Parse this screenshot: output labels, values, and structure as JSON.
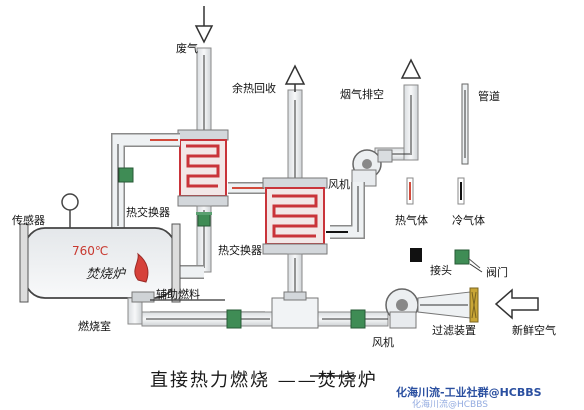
{
  "labels": {
    "waste_gas": "废气",
    "heat_recovery": "余热回收",
    "flue_gas_exhaust": "烟气排空",
    "pipeline": "管道",
    "fan_top": "风机",
    "hot_gas": "热气体",
    "cold_gas": "冷气体",
    "sensor": "传感器",
    "heat_exchanger_left": "热交换器",
    "heat_exchanger_center": "热交换器",
    "temperature": "760℃",
    "incinerator": "焚烧炉",
    "aux_fuel": "辅助燃料",
    "combustion_chamber": "燃烧室",
    "connector": "接头",
    "valve": "阀门",
    "fan_bottom": "风机",
    "filter_device": "过滤装置",
    "fresh_air": "新鲜空气"
  },
  "title": "直接热力燃烧  ——焚烧炉",
  "watermark": {
    "line1": "化海川流-工业社群@HCBBS",
    "line2": "化海川流@HCBBS"
  },
  "colors": {
    "pipe_outline": "#8a8a8a",
    "pipe_fill": "#eef1f3",
    "hot_pipe": "#d24b3c",
    "cold_pipe": "#111111",
    "exchanger_border": "#c9343a",
    "exchanger_fill": "#f2e7e7",
    "valve": "#3f8c55",
    "flame": "#d6413a",
    "filter": "#c9a636"
  }
}
